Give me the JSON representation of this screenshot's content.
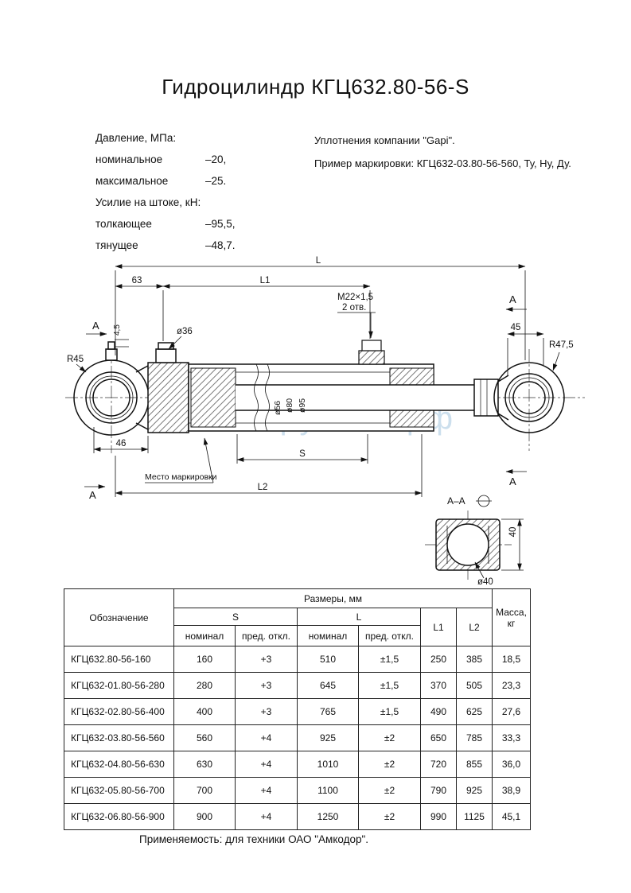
{
  "title": "Гидроцилиндр КГЦ632.80-56-S",
  "specs": {
    "pressure_label": "Давление, МПа:",
    "pressure_nominal_label": "номинальное",
    "pressure_nominal_value": "–20,",
    "pressure_max_label": "максимальное",
    "pressure_max_value": "–25.",
    "force_label": "Усилие на штоке, кН:",
    "force_push_label": "толкающее",
    "force_push_value": "–95,5,",
    "force_pull_label": "тянущее",
    "force_pull_value": "–48,7."
  },
  "notes": {
    "seals": "Уплотнения компании \"Gapi\".",
    "marking": "Пример маркировки: КГЦ632-03.80-56-560, Ту, Ну, Ду."
  },
  "drawing": {
    "watermark": "элинструмент.рф",
    "labels": {
      "L": "L",
      "L1": "L1",
      "L2": "L2",
      "S": "S",
      "dim63": "63",
      "thread": "M22×1,5",
      "holes": "2 отв.",
      "A": "А",
      "section": "А–А",
      "dim4_5": "4,5",
      "dia36": "ø36",
      "R45": "R45",
      "dim45": "45",
      "R47_5": "R47,5",
      "dia56": "ø56",
      "dia80": "ø80",
      "dia95": "ø95",
      "dim46": "46",
      "marking_place": "Место маркировки",
      "dim40": "40",
      "dia40": "ø40"
    }
  },
  "table": {
    "header": {
      "designation": "Обозначение",
      "sizes": "Размеры, мм",
      "s": "S",
      "l": "L",
      "nominal": "номинал",
      "deviation": "пред. откл.",
      "l1": "L1",
      "l2": "L2",
      "mass": "Масса,",
      "mass_unit": "кг"
    },
    "rows": [
      [
        "КГЦ632.80-56-160",
        "160",
        "+3",
        "510",
        "±1,5",
        "250",
        "385",
        "18,5"
      ],
      [
        "КГЦ632-01.80-56-280",
        "280",
        "+3",
        "645",
        "±1,5",
        "370",
        "505",
        "23,3"
      ],
      [
        "КГЦ632-02.80-56-400",
        "400",
        "+3",
        "765",
        "±1,5",
        "490",
        "625",
        "27,6"
      ],
      [
        "КГЦ632-03.80-56-560",
        "560",
        "+4",
        "925",
        "±2",
        "650",
        "785",
        "33,3"
      ],
      [
        "КГЦ632-04.80-56-630",
        "630",
        "+4",
        "1010",
        "±2",
        "720",
        "855",
        "36,0"
      ],
      [
        "КГЦ632-05.80-56-700",
        "700",
        "+4",
        "1100",
        "±2",
        "790",
        "925",
        "38,9"
      ],
      [
        "КГЦ632-06.80-56-900",
        "900",
        "+4",
        "1250",
        "±2",
        "990",
        "1125",
        "45,1"
      ]
    ]
  },
  "footer": "Применяемость: для техники ОАО \"Амкодор\"."
}
